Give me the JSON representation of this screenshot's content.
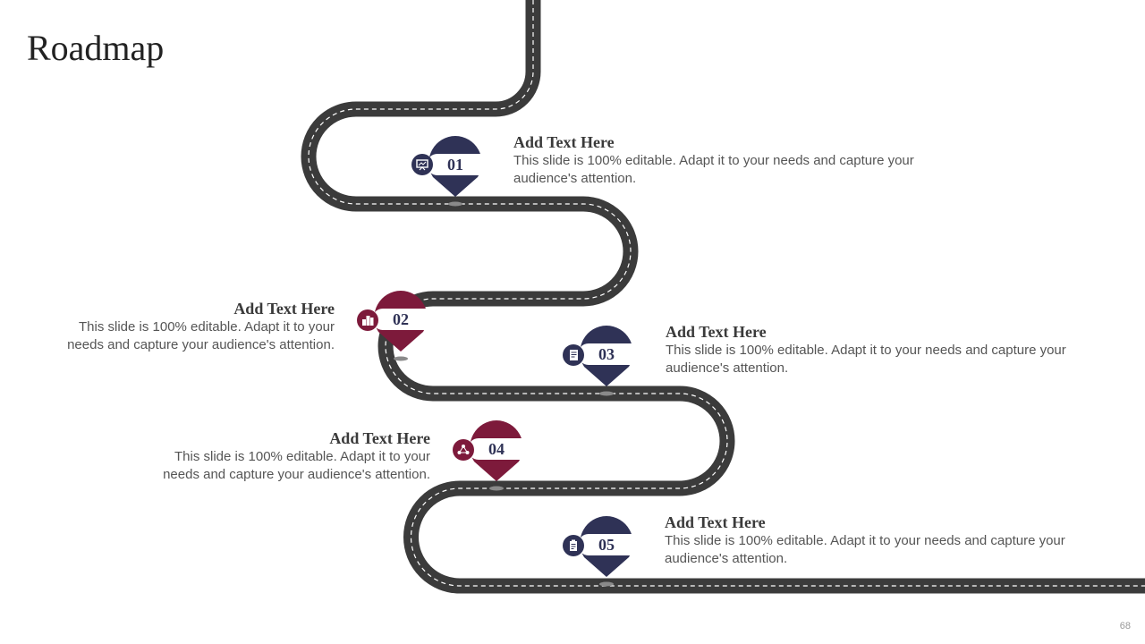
{
  "slide": {
    "title": "Roadmap",
    "page_number": "68"
  },
  "colors": {
    "navy": "#2f3256",
    "maroon": "#7d1a3b",
    "road": "#3b3b3b",
    "lane": "#ffffff"
  },
  "milestones": [
    {
      "number": "01",
      "heading": "Add Text Here",
      "body": "This slide is 100% editable. Adapt it to your needs and capture your audience's attention.",
      "color": "navy",
      "icon": "presentation-icon"
    },
    {
      "number": "02",
      "heading": "Add Text Here",
      "body": "This slide is 100% editable. Adapt it to your needs and capture your audience's attention.",
      "color": "maroon",
      "icon": "buildings-icon"
    },
    {
      "number": "03",
      "heading": "Add Text Here",
      "body": "This slide is 100% editable. Adapt it to your needs and capture your audience's attention.",
      "color": "navy",
      "icon": "document-icon"
    },
    {
      "number": "04",
      "heading": "Add Text Here",
      "body": "This slide is 100% editable. Adapt it to your needs and capture your audience's attention.",
      "color": "maroon",
      "icon": "network-icon"
    },
    {
      "number": "05",
      "heading": "Add Text Here",
      "body": "This slide is 100% editable. Adapt it to your needs and capture your audience's attention.",
      "color": "navy",
      "icon": "clipboard-icon"
    }
  ]
}
